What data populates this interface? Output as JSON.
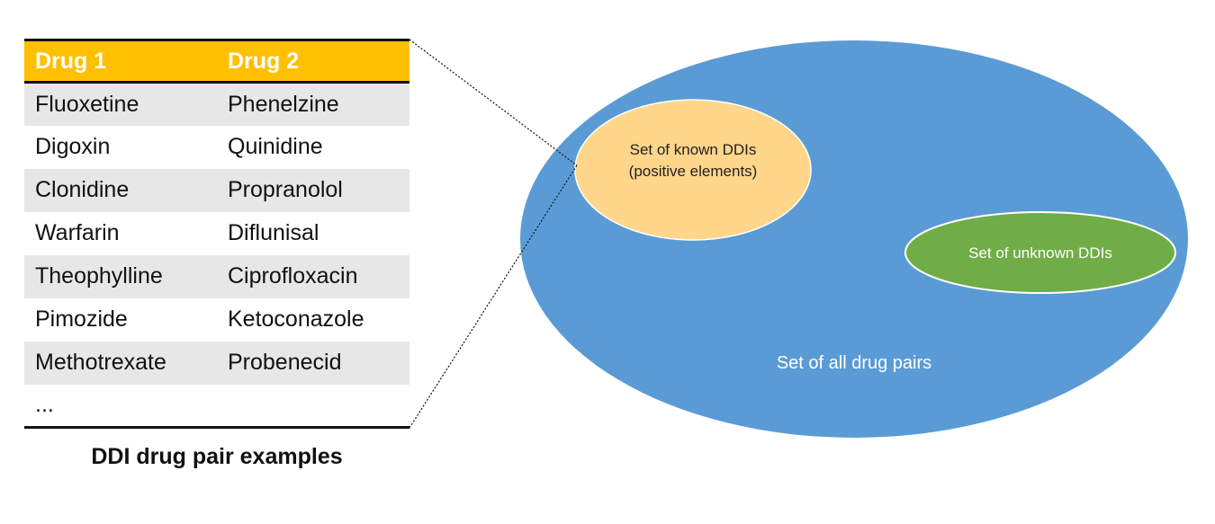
{
  "table": {
    "headers": [
      "Drug 1",
      "Drug 2"
    ],
    "rows": [
      [
        "Fluoxetine",
        "Phenelzine"
      ],
      [
        "Digoxin",
        "Quinidine"
      ],
      [
        "Clonidine",
        "Propranolol"
      ],
      [
        "Warfarin",
        "Diflunisal"
      ],
      [
        "Theophylline",
        "Ciprofloxacin"
      ],
      [
        "Pimozide",
        "Ketoconazole"
      ],
      [
        "Methotrexate",
        "Probenecid"
      ]
    ],
    "ellipsis": "...",
    "caption": "DDI drug pair examples",
    "header_color": "#ffc000",
    "shade_color": "#e7e7e7"
  },
  "diagram": {
    "all_pairs_label": "Set of all drug pairs",
    "known_label_line1": "Set of known DDIs",
    "known_label_line2": "(positive elements)",
    "unknown_label": "Set of unknown DDIs",
    "colors": {
      "all_pairs": "#5b9bd5",
      "known": "#ffd68a",
      "unknown": "#70ad47"
    }
  }
}
